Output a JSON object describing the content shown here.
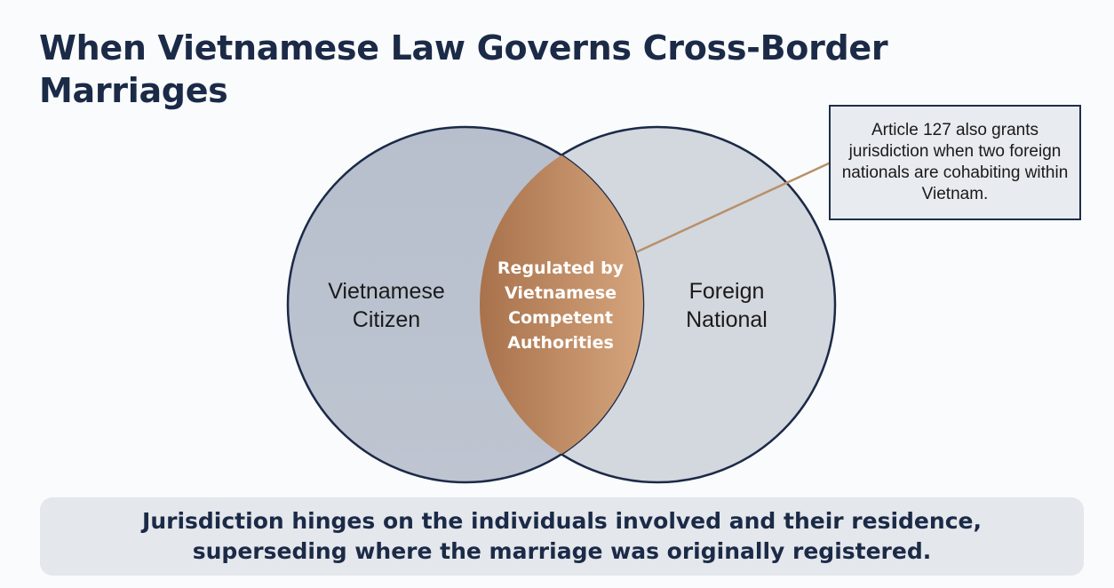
{
  "title": "When Vietnamese Law Governs Cross-Border Marriages",
  "venn": {
    "left_set": {
      "label_line1": "Vietnamese",
      "label_line2": "Citizen"
    },
    "right_set": {
      "label_line1": "Foreign",
      "label_line2": "National"
    },
    "intersection": {
      "lines": [
        "Regulated by",
        "Vietnamese",
        "Competent",
        "Authorities"
      ]
    }
  },
  "callout": {
    "text": "Article 127 also grants jurisdiction when two foreign nationals are cohabiting within Vietnam."
  },
  "summary": {
    "line1": "Jurisdiction hinges on the individuals involved and their residence,",
    "line2": "superseding where the marriage was originally registered."
  },
  "colors": {
    "title": "#1b2a47",
    "circle_left_fill": "#b9c1cf",
    "circle_right_fill": "#d3d7de",
    "circle_stroke": "#1b2a47",
    "intersection": "#c4946c",
    "callout_line": "#b8906a"
  }
}
